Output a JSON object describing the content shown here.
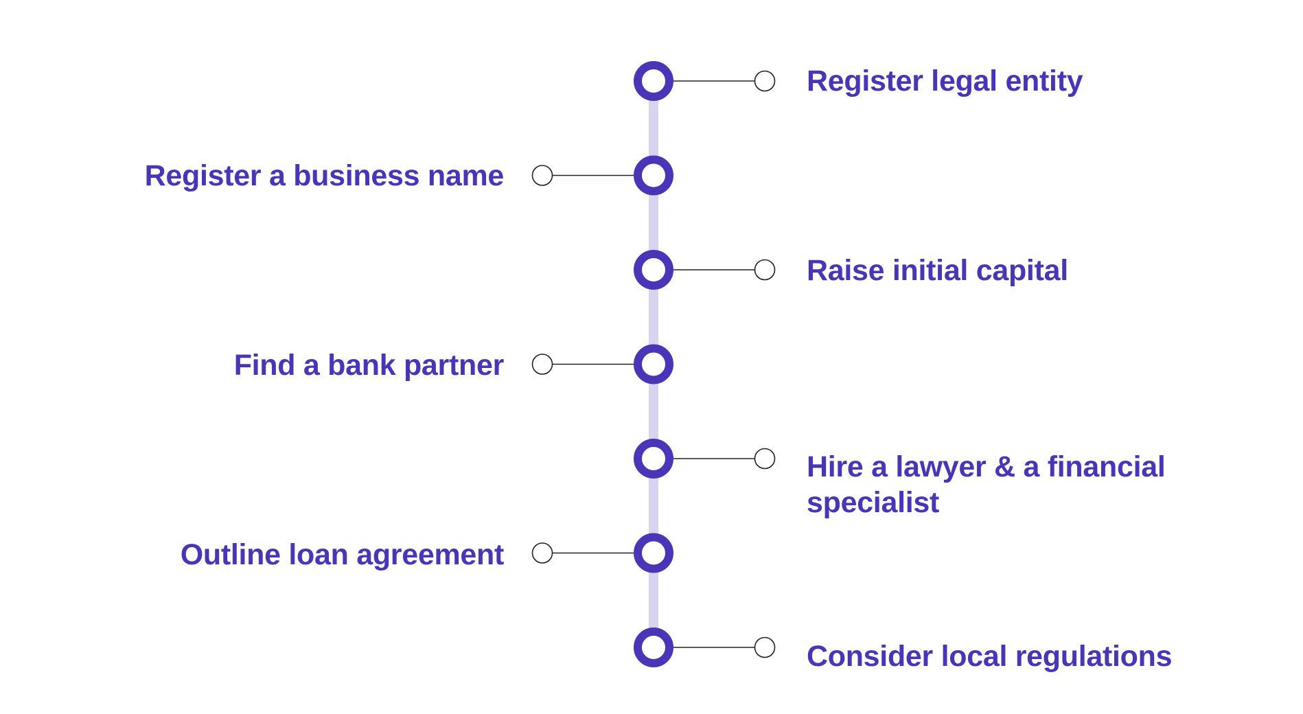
{
  "colors": {
    "accent": "#4A35B8",
    "track": "#D8D3F0",
    "connector": "#222222",
    "background": "#FFFFFF"
  },
  "steps": [
    {
      "label": "Register legal entity",
      "side": "right"
    },
    {
      "label": "Register a business name",
      "side": "left"
    },
    {
      "label": "Raise initial capital",
      "side": "right"
    },
    {
      "label": "Find a bank partner",
      "side": "left"
    },
    {
      "label": "Hire a lawyer & a financial specialist",
      "side": "right"
    },
    {
      "label": "Outline loan agreement",
      "side": "left"
    },
    {
      "label": "Consider local regulations",
      "side": "right"
    }
  ]
}
